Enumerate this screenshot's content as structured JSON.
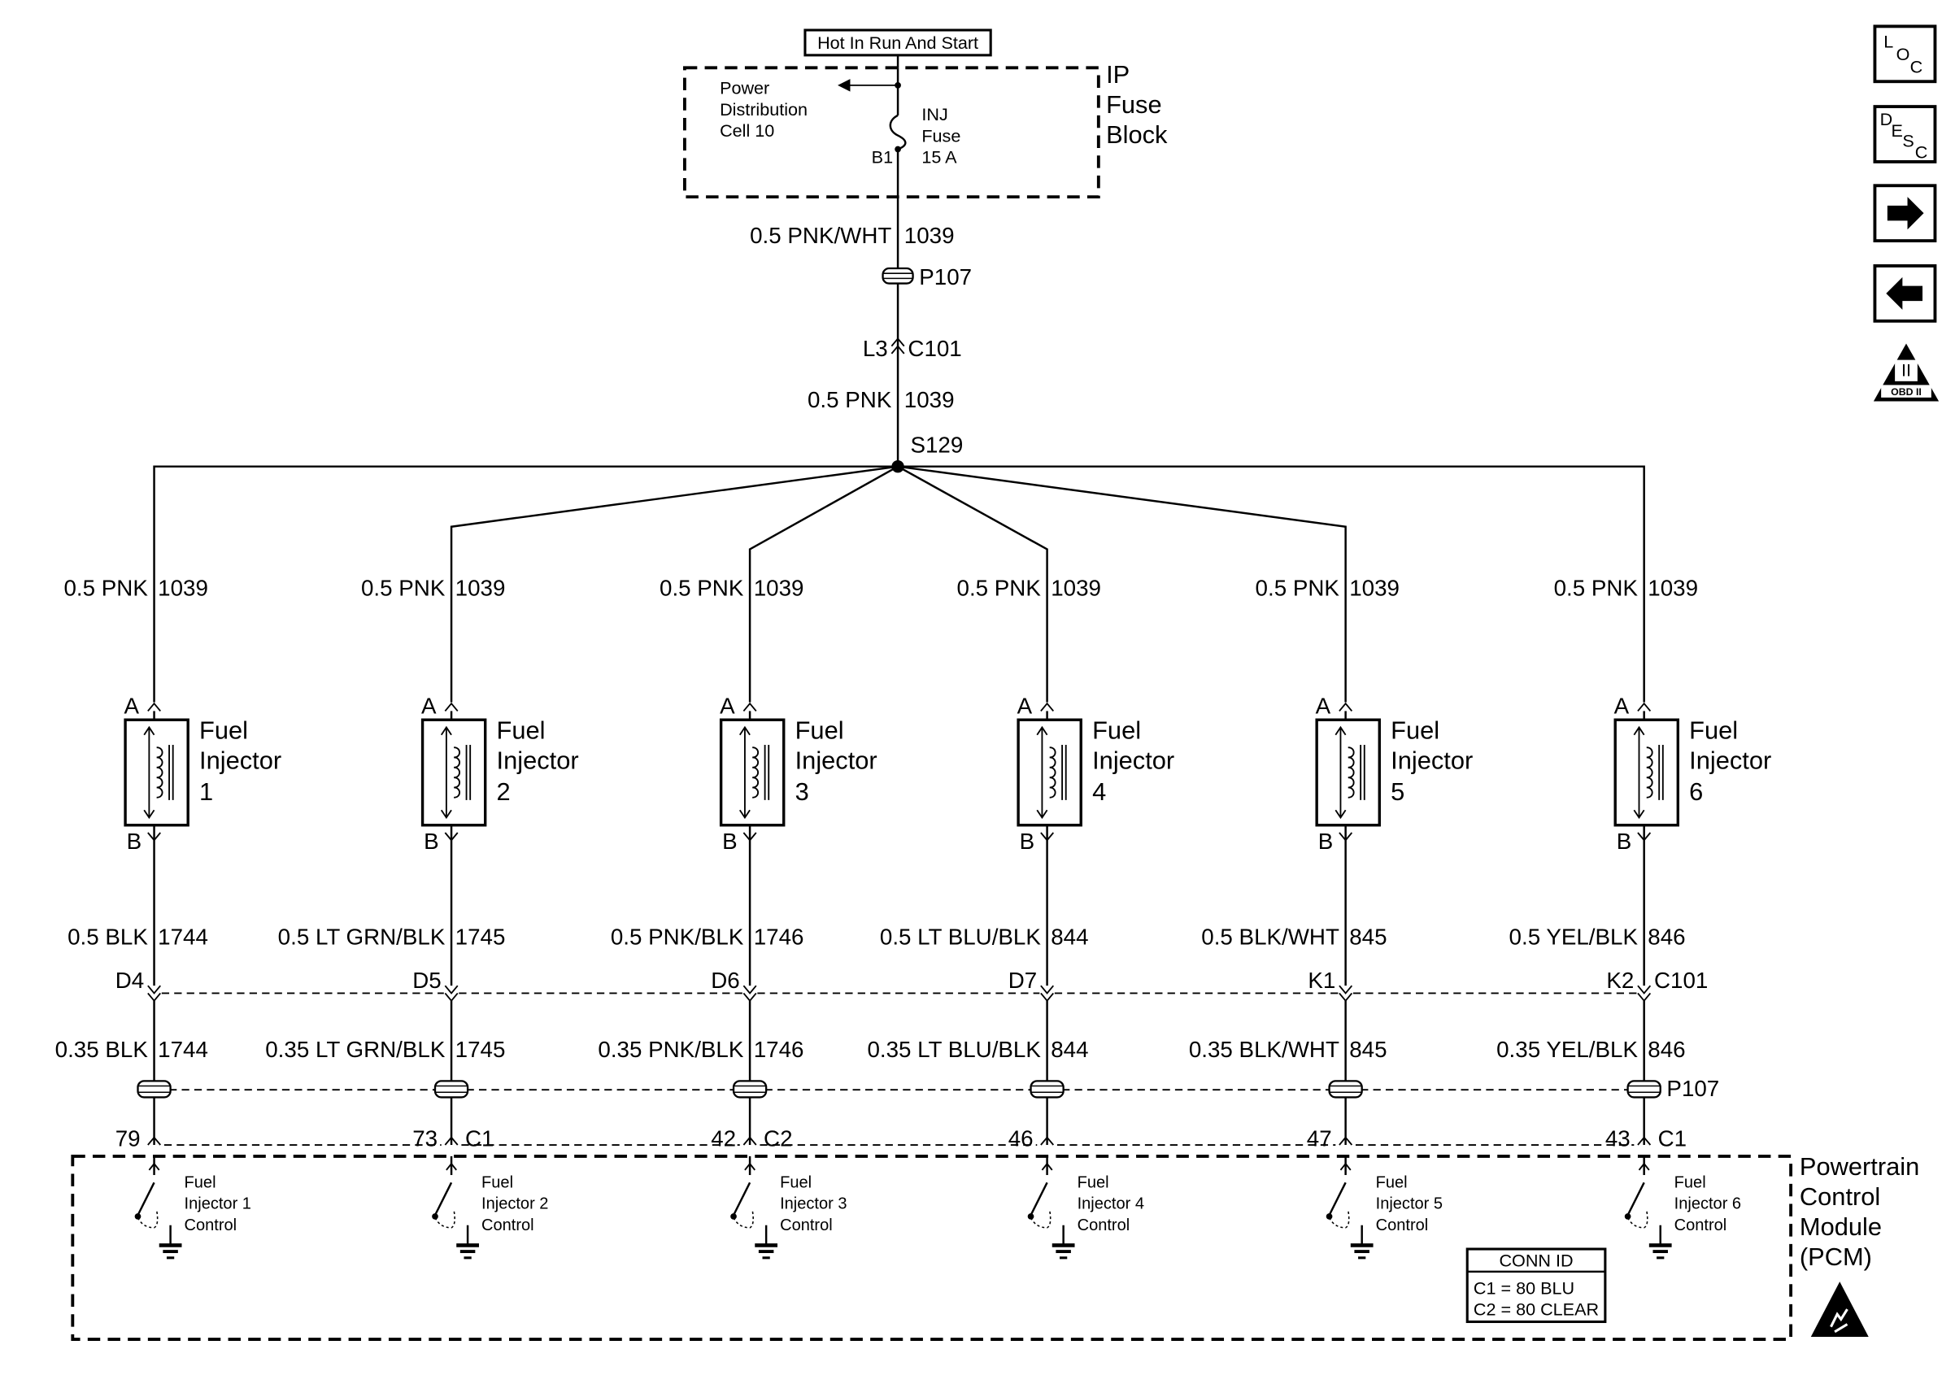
{
  "header": {
    "hot_label": "Hot In Run And Start"
  },
  "fuse_block": {
    "title_line1": "IP",
    "title_line2": "Fuse",
    "title_line3": "Block",
    "pd_line1": "Power",
    "pd_line2": "Distribution",
    "pd_line3": "Cell 10",
    "fuse_line1": "INJ",
    "fuse_line2": "Fuse",
    "fuse_line3": "15 A",
    "terminal": "B1"
  },
  "feed": {
    "wire1": "0.5 PNK/WHT",
    "circuit1": "1039",
    "pass_through": "P107",
    "pin": "L3",
    "connector": "C101",
    "wire2": "0.5 PNK",
    "circuit2": "1039",
    "splice": "S129"
  },
  "injectors": [
    {
      "wire_a": "0.5 PNK",
      "circuit_a": "1039",
      "pin_a": "A",
      "pin_b": "B",
      "name1": "Fuel",
      "name2": "Injector",
      "num": "1",
      "wire_b": "0.5 BLK",
      "circuit_b": "1744",
      "c101_pin": "D4",
      "wire_c": "0.35 BLK",
      "circuit_c": "1744",
      "pcm_pin": "79",
      "pcm_conn": "",
      "ctrl1": "Fuel",
      "ctrl2": "Injector 1",
      "ctrl3": "Control"
    },
    {
      "wire_a": "0.5 PNK",
      "circuit_a": "1039",
      "pin_a": "A",
      "pin_b": "B",
      "name1": "Fuel",
      "name2": "Injector",
      "num": "2",
      "wire_b": "0.5 LT GRN/BLK",
      "circuit_b": "1745",
      "c101_pin": "D5",
      "wire_c": "0.35 LT GRN/BLK",
      "circuit_c": "1745",
      "pcm_pin": "73",
      "pcm_conn": "C1",
      "ctrl1": "Fuel",
      "ctrl2": "Injector 2",
      "ctrl3": "Control"
    },
    {
      "wire_a": "0.5 PNK",
      "circuit_a": "1039",
      "pin_a": "A",
      "pin_b": "B",
      "name1": "Fuel",
      "name2": "Injector",
      "num": "3",
      "wire_b": "0.5 PNK/BLK",
      "circuit_b": "1746",
      "c101_pin": "D6",
      "wire_c": "0.35 PNK/BLK",
      "circuit_c": "1746",
      "pcm_pin": "42",
      "pcm_conn": "C2",
      "ctrl1": "Fuel",
      "ctrl2": "Injector 3",
      "ctrl3": "Control"
    },
    {
      "wire_a": "0.5 PNK",
      "circuit_a": "1039",
      "pin_a": "A",
      "pin_b": "B",
      "name1": "Fuel",
      "name2": "Injector",
      "num": "4",
      "wire_b": "0.5 LT BLU/BLK",
      "circuit_b": "844",
      "c101_pin": "D7",
      "wire_c": "0.35 LT BLU/BLK",
      "circuit_c": "844",
      "pcm_pin": "46",
      "pcm_conn": "",
      "ctrl1": "Fuel",
      "ctrl2": "Injector 4",
      "ctrl3": "Control"
    },
    {
      "wire_a": "0.5 PNK",
      "circuit_a": "1039",
      "pin_a": "A",
      "pin_b": "B",
      "name1": "Fuel",
      "name2": "Injector",
      "num": "5",
      "wire_b": "0.5 BLK/WHT",
      "circuit_b": "845",
      "c101_pin": "K1",
      "wire_c": "0.35 BLK/WHT",
      "circuit_c": "845",
      "pcm_pin": "47",
      "pcm_conn": "",
      "ctrl1": "Fuel",
      "ctrl2": "Injector 5",
      "ctrl3": "Control"
    },
    {
      "wire_a": "0.5 PNK",
      "circuit_a": "1039",
      "pin_a": "A",
      "pin_b": "B",
      "name1": "Fuel",
      "name2": "Injector",
      "num": "6",
      "wire_b": "0.5 YEL/BLK",
      "circuit_b": "846",
      "c101_pin": "K2",
      "wire_c": "0.35 YEL/BLK",
      "circuit_c": "846",
      "pcm_pin": "43",
      "pcm_conn": "C1",
      "ctrl1": "Fuel",
      "ctrl2": "Injector 6",
      "ctrl3": "Control"
    }
  ],
  "row_labels": {
    "c101": "C101",
    "p107": "P107"
  },
  "pcm": {
    "line1": "Powertrain",
    "line2": "Control",
    "line3": "Module",
    "line4": "(PCM)"
  },
  "conn_id": {
    "title": "CONN ID",
    "row1": "C1 = 80 BLU",
    "row2": "C2 = 80 CLEAR"
  },
  "nav": {
    "loc_l": "L",
    "loc_o": "O",
    "loc_c": "C",
    "desc_d": "D",
    "desc_e": "E",
    "desc_s": "S",
    "desc_c": "C",
    "obd_roman": "II",
    "obd_text": "OBD II"
  }
}
